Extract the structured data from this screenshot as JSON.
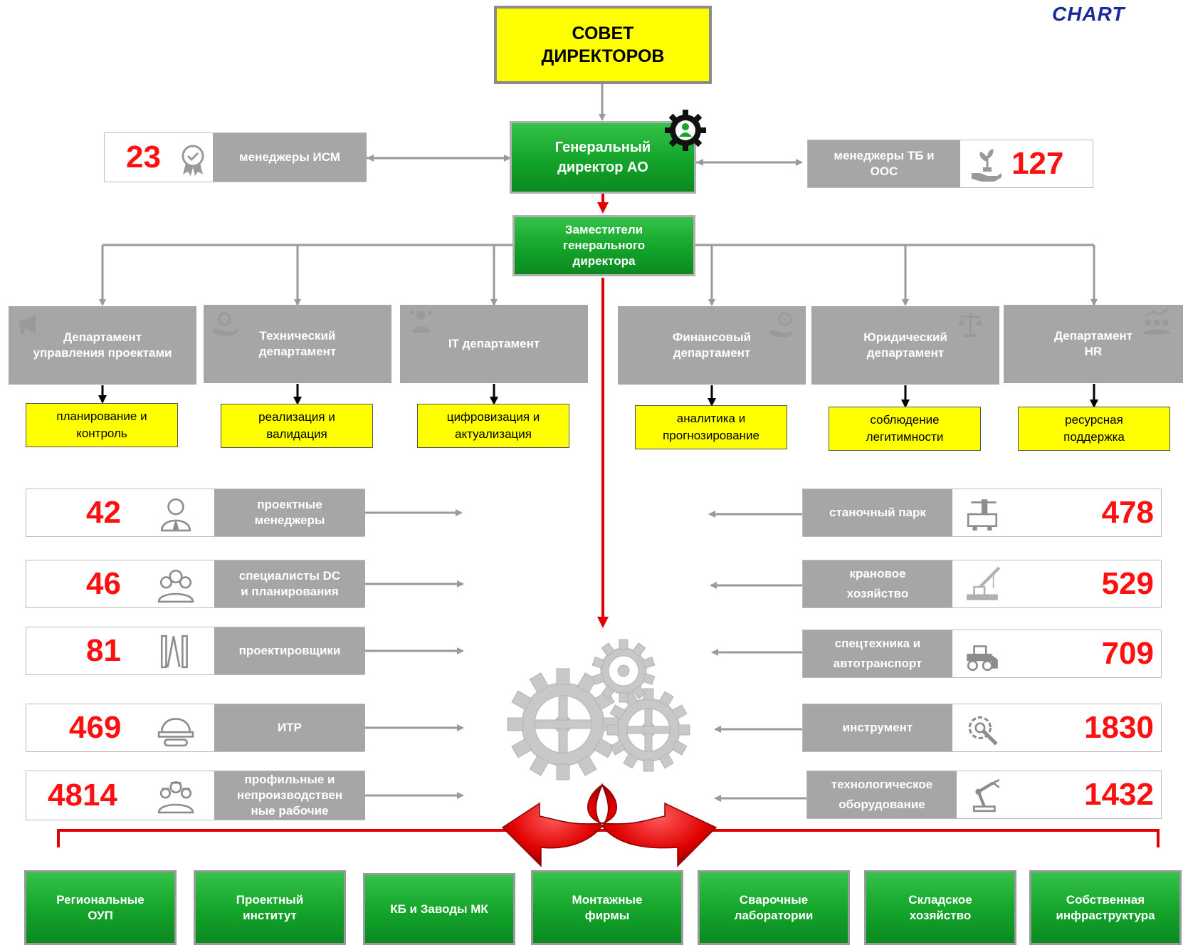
{
  "brand_mark": "CHART",
  "board": {
    "line1": "СОВЕТ",
    "line2": "ДИРЕКТОРОВ"
  },
  "ceo": {
    "line1": "Генеральный",
    "line2": "директор АО"
  },
  "deputies": {
    "line1": "Заместители",
    "line2": "генерального",
    "line3": "директора"
  },
  "side_left": {
    "value": "23",
    "label": "менеджеры ИСМ",
    "icon": "award-badge-icon"
  },
  "side_right": {
    "value": "127",
    "label_line1": "менеджеры ТБ и",
    "label_line2": "ООС",
    "icon": "hand-plant-icon"
  },
  "departments": [
    {
      "line1": "Департамент",
      "line2": "управления проектами",
      "icon": "megaphone-icon",
      "func1": "планирование и",
      "func2": "контроль"
    },
    {
      "line1": "Технический",
      "line2": "департамент",
      "icon": "hand-gear-icon",
      "func1": "реализация и",
      "func2": "валидация"
    },
    {
      "line1": "IT департамент",
      "line2": "",
      "icon": "user-network-icon",
      "func1": "цифровизация и",
      "func2": "актуализация"
    },
    {
      "line1": "Финансовый",
      "line2": "департамент",
      "icon": "money-cycle-icon",
      "func1": "аналитика и",
      "func2": "прогнозирование"
    },
    {
      "line1": "Юридический",
      "line2": "департамент",
      "icon": "scales-icon",
      "func1": "соблюдение",
      "func2": "легитимности"
    },
    {
      "line1": "Департамент",
      "line2": "HR",
      "icon": "team-growth-icon",
      "func1": "ресурсная",
      "func2": "поддержка"
    }
  ],
  "staff": [
    {
      "value": "42",
      "line1": "проектные",
      "line2": "менеджеры",
      "line3": "",
      "icon": "manager-icon"
    },
    {
      "value": "46",
      "line1": "специалисты DC",
      "line2": "и планирования",
      "line3": "",
      "icon": "team-icon"
    },
    {
      "value": "81",
      "line1": "проектировщики",
      "line2": "",
      "line3": "",
      "icon": "drafting-tools-icon"
    },
    {
      "value": "469",
      "line1": "ИТР",
      "line2": "",
      "line3": "",
      "icon": "hard-hat-icon"
    },
    {
      "value": "4814",
      "line1": "профильные и",
      "line2": "непроизводствен",
      "line3": "ные рабочие",
      "icon": "workers-icon"
    }
  ],
  "assets": [
    {
      "value": "478",
      "line1": "станочный парк",
      "line2": "",
      "icon": "machine-tool-icon"
    },
    {
      "value": "529",
      "line1": "крановое",
      "line2": "хозяйство",
      "icon": "crane-icon"
    },
    {
      "value": "709",
      "line1": "спецтехника и",
      "line2": "автотранспорт",
      "icon": "loader-icon"
    },
    {
      "value": "1830",
      "line1": "инструмент",
      "line2": "",
      "icon": "gear-wrench-icon"
    },
    {
      "value": "1432",
      "line1": "технологическое",
      "line2": "оборудование",
      "icon": "robot-arm-icon"
    }
  ],
  "units": [
    {
      "line1": "Региональные",
      "line2": "ОУП"
    },
    {
      "line1": "Проектный",
      "line2": "институт"
    },
    {
      "line1": "КБ и Заводы МК",
      "line2": ""
    },
    {
      "line1": "Монтажные",
      "line2": "фирмы"
    },
    {
      "line1": "Сварочные",
      "line2": "лаборатории"
    },
    {
      "line1": "Складское",
      "line2": "хозяйство"
    },
    {
      "line1": "Собственная",
      "line2": "инфраструктура"
    }
  ],
  "colors": {
    "red": "#ff1010",
    "green": "#13a42a",
    "yellow": "#ffff00",
    "grey": "#a6a6a6"
  }
}
